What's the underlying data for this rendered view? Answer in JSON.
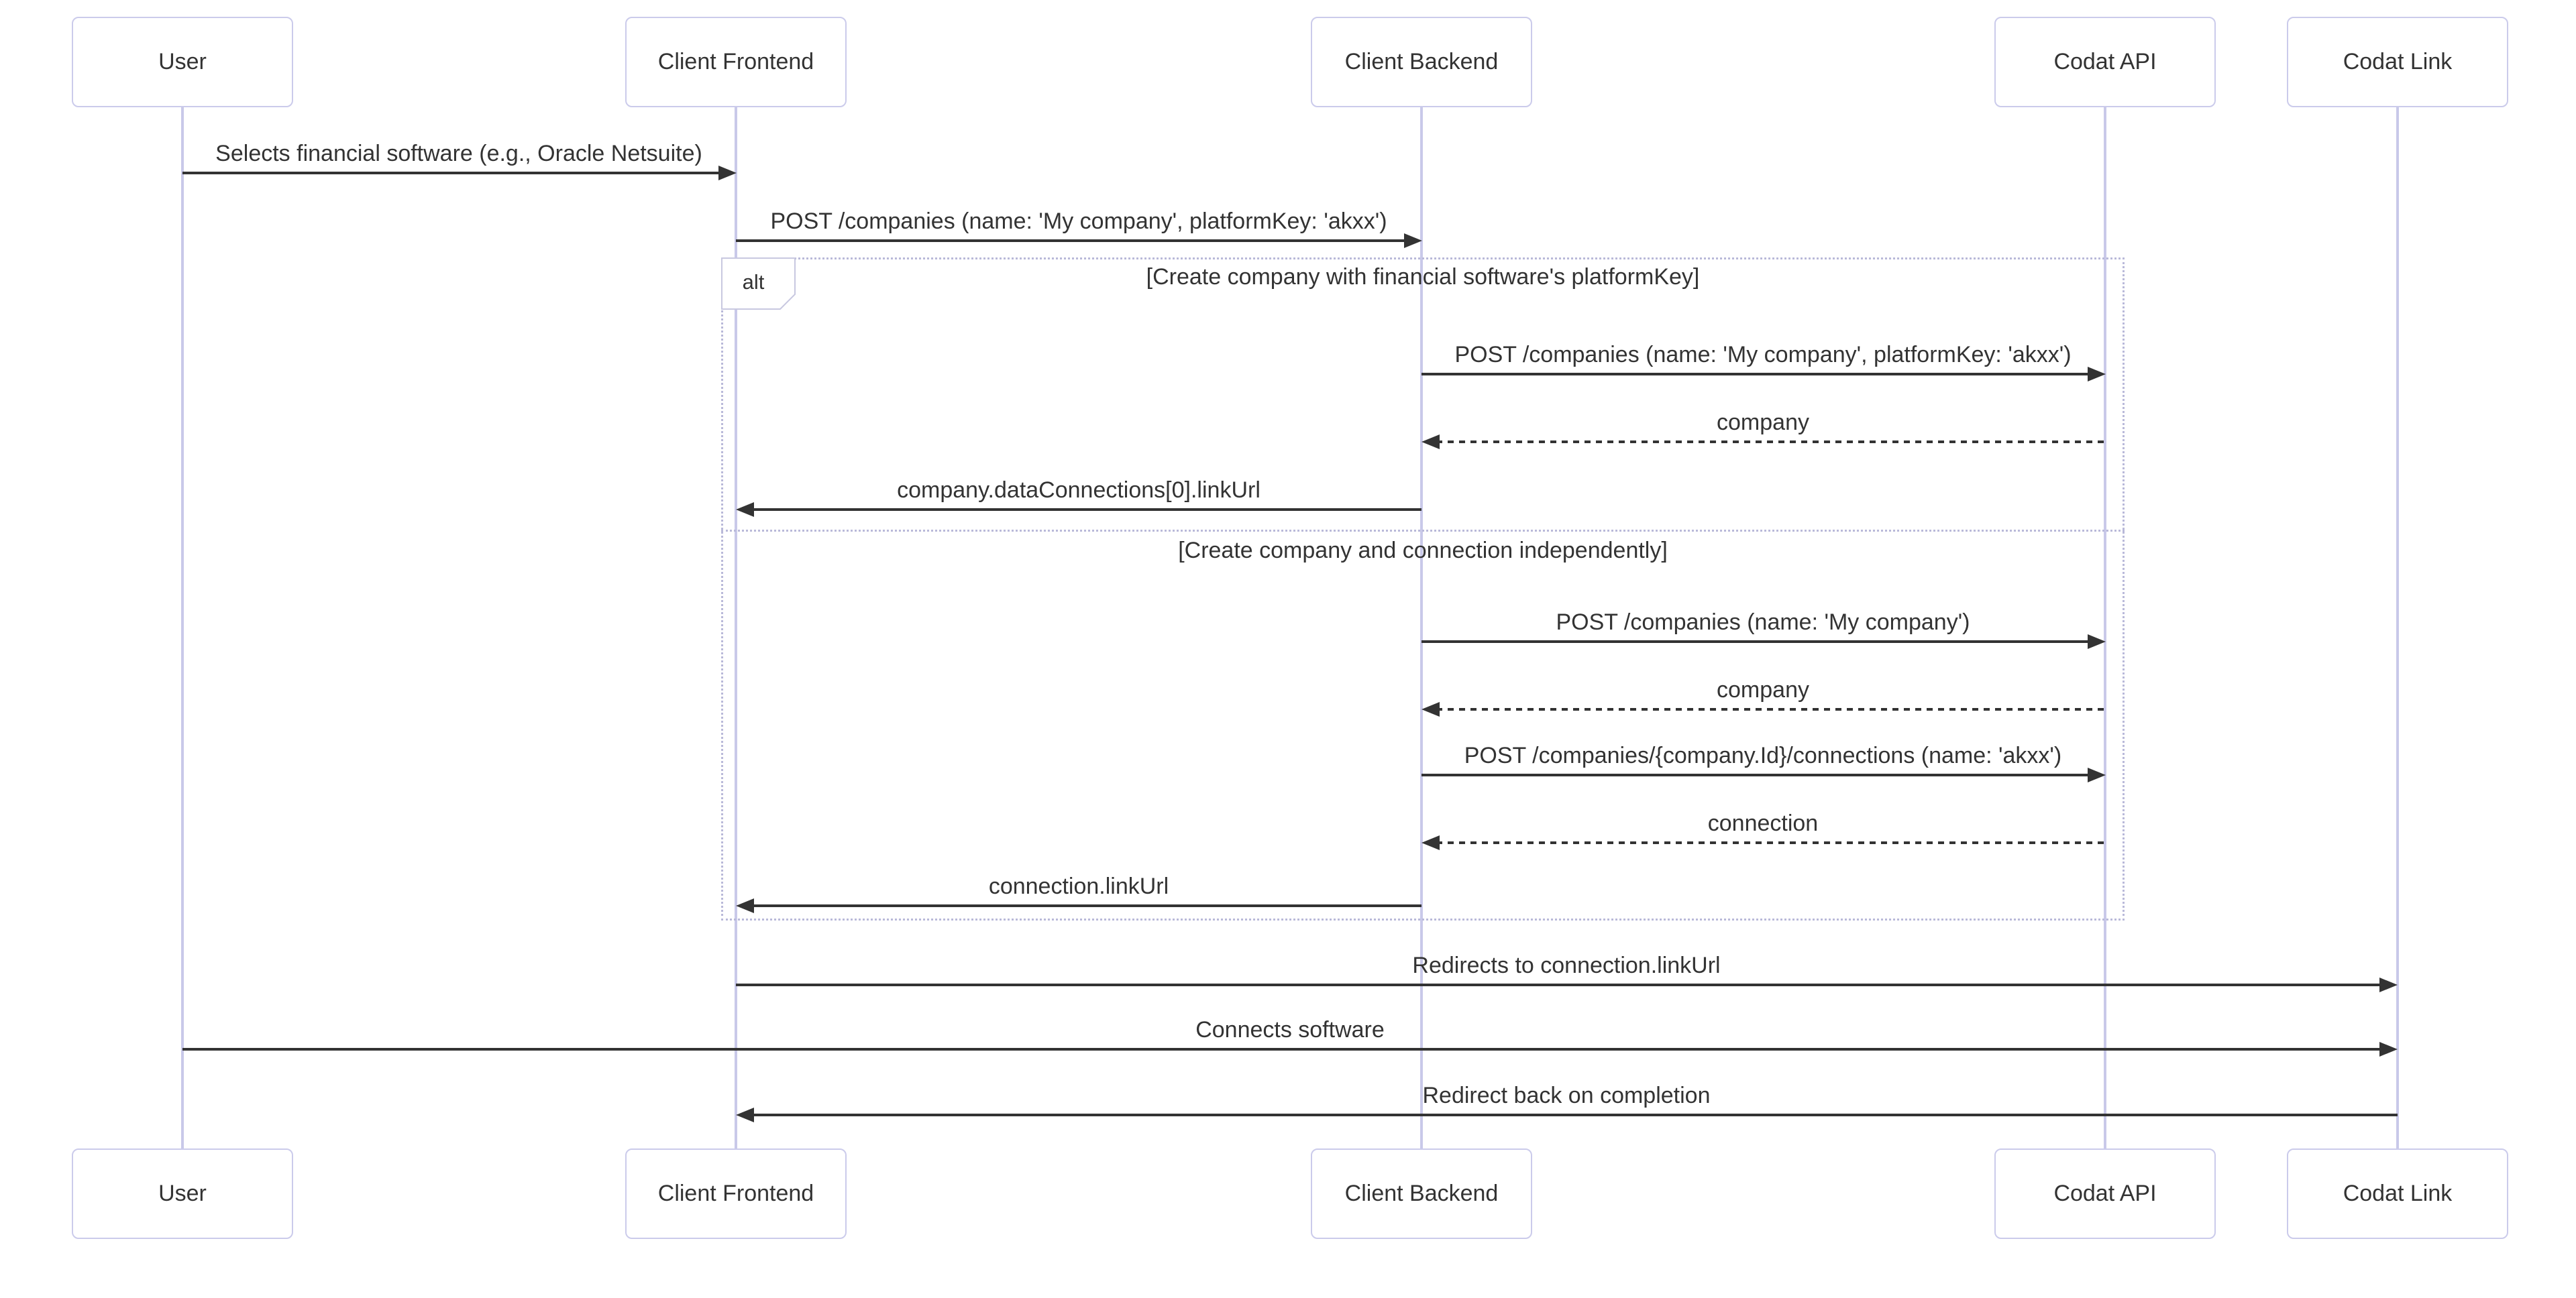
{
  "diagram": {
    "type": "sequence",
    "participants": [
      {
        "label": "User"
      },
      {
        "label": "Client Frontend"
      },
      {
        "label": "Client Backend"
      },
      {
        "label": "Codat API"
      },
      {
        "label": "Codat Link"
      }
    ],
    "messages": [
      {
        "label": "Selects financial software (e.g., Oracle Netsuite)",
        "from": "User",
        "to": "Client Frontend",
        "style": "solid"
      },
      {
        "label": "POST /companies (name: 'My company', platformKey: 'akxx')",
        "from": "Client Frontend",
        "to": "Client Backend",
        "style": "solid"
      },
      {
        "label": "POST /companies (name: 'My company', platformKey: 'akxx')",
        "from": "Client Backend",
        "to": "Codat API",
        "style": "solid"
      },
      {
        "label": "company",
        "from": "Codat API",
        "to": "Client Backend",
        "style": "dashed"
      },
      {
        "label": "company.dataConnections[0].linkUrl",
        "from": "Client Backend",
        "to": "Client Frontend",
        "style": "solid"
      },
      {
        "label": "POST /companies (name: 'My company')",
        "from": "Client Backend",
        "to": "Codat API",
        "style": "solid"
      },
      {
        "label": "company",
        "from": "Codat API",
        "to": "Client Backend",
        "style": "dashed"
      },
      {
        "label": "POST /companies/{company.Id}/connections (name: 'akxx')",
        "from": "Client Backend",
        "to": "Codat API",
        "style": "solid"
      },
      {
        "label": "connection",
        "from": "Codat API",
        "to": "Client Backend",
        "style": "dashed"
      },
      {
        "label": "connection.linkUrl",
        "from": "Client Backend",
        "to": "Client Frontend",
        "style": "solid"
      },
      {
        "label": "Redirects to connection.linkUrl",
        "from": "Client Frontend",
        "to": "Codat Link",
        "style": "solid"
      },
      {
        "label": "Connects software",
        "from": "User",
        "to": "Codat Link",
        "style": "solid"
      },
      {
        "label": "Redirect back on completion",
        "from": "Codat Link",
        "to": "Client Frontend",
        "style": "solid"
      }
    ],
    "alt_block": {
      "keyword": "alt",
      "sections": [
        {
          "title": "[Create company with financial software's platformKey]"
        },
        {
          "title": "[Create company and connection independently]"
        }
      ]
    },
    "colors": {
      "background": "#ffffff",
      "actor_border": "#cbcbeb",
      "actor_fill": "#ffffff",
      "lifeline": "#c9c9e9",
      "frame_border": "#b9b9d9",
      "signal": "#333333",
      "text": "#333333"
    }
  }
}
